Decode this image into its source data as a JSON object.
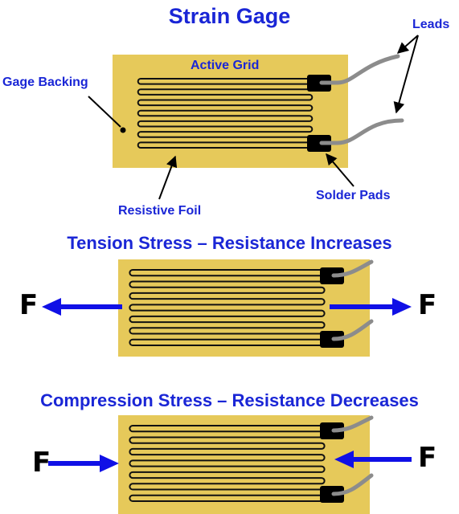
{
  "title": "Strain Gage",
  "labels": {
    "leads": "Leads",
    "gage_backing": "Gage Backing",
    "active_grid": "Active Grid",
    "resistive_foil": "Resistive Foil",
    "solder_pads": "Solder Pads"
  },
  "tension": {
    "heading": "Tension Stress  – Resistance Increases",
    "force_left": "F",
    "force_right": "F"
  },
  "compression": {
    "heading": "Compression Stress – Resistance Decreases",
    "force_left": "F",
    "force_right": "F"
  },
  "colors": {
    "text_blue": "#1a26d6",
    "arrow_blue": "#1010e6",
    "backing": "#e6c95a",
    "grid": "#111111",
    "lead": "#8c8c8c"
  }
}
